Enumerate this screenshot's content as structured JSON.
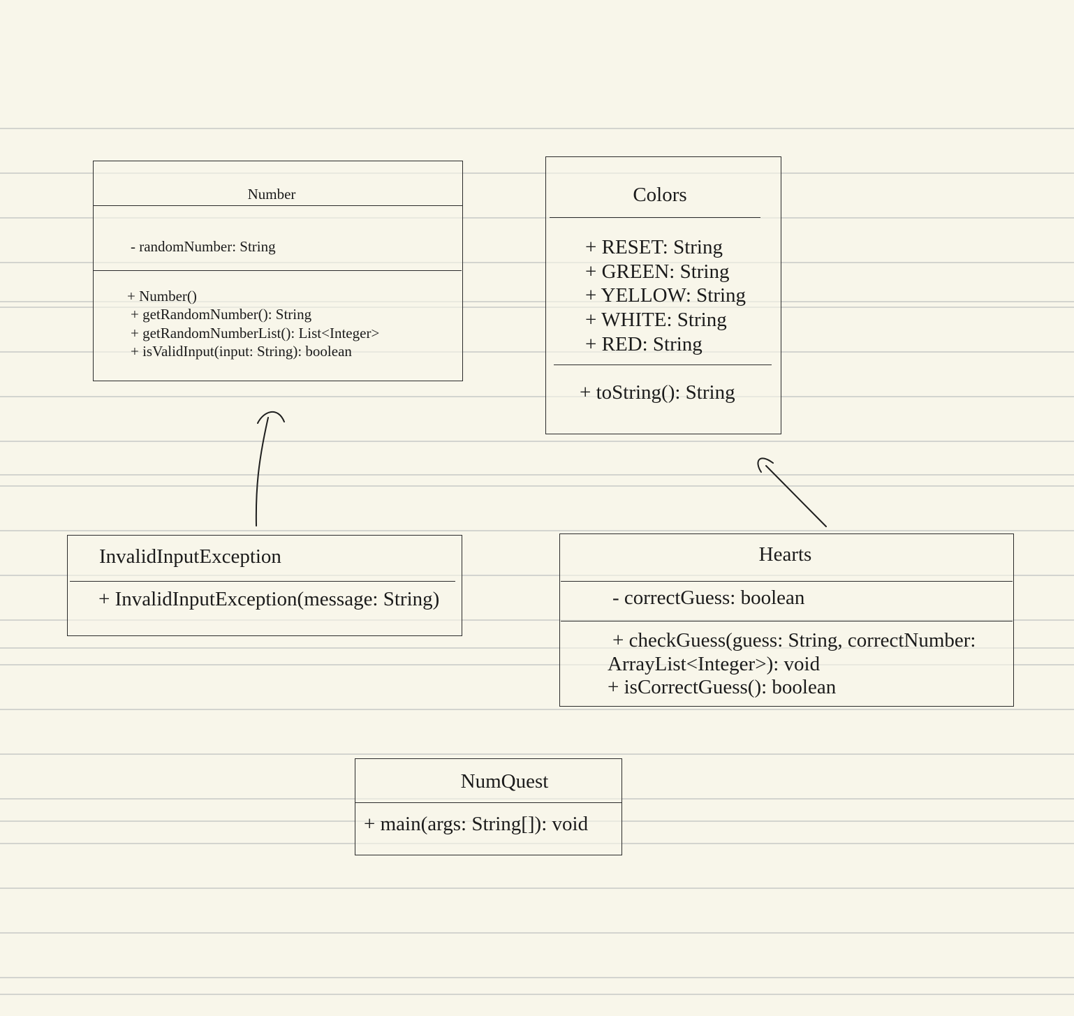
{
  "classes": {
    "number": {
      "name": "Number",
      "attributes": [
        "- randomNumber: String"
      ],
      "methods": [
        "+ Number()",
        "+ getRandomNumber(): String",
        "+ getRandomNumberList(): List<Integer>",
        "+ isValidInput(input: String): boolean"
      ]
    },
    "colors": {
      "name": "Colors",
      "attributes": [
        "+ RESET: String",
        "+ GREEN: String",
        "+ YELLOW: String",
        "+ WHITE: String",
        "+ RED: String"
      ],
      "methods": [
        "+ toString(): String"
      ]
    },
    "invalid_input_exception": {
      "name": "InvalidInputException",
      "methods": [
        "+ InvalidInputException(message: String)"
      ]
    },
    "hearts": {
      "name": "Hearts",
      "attributes": [
        "- correctGuess: boolean"
      ],
      "methods": [
        "+ checkGuess(guess: String, correctNumber:",
        "ArrayList<Integer>): void",
        "+ isCorrectGuess(): boolean"
      ]
    },
    "numquest": {
      "name": "NumQuest",
      "methods": [
        "+ main(args: String[]): void"
      ]
    }
  },
  "colors": {
    "paper": "#f8f6ea",
    "ruled_line": "#d3d4cf",
    "ink": "#1b1b1b"
  }
}
